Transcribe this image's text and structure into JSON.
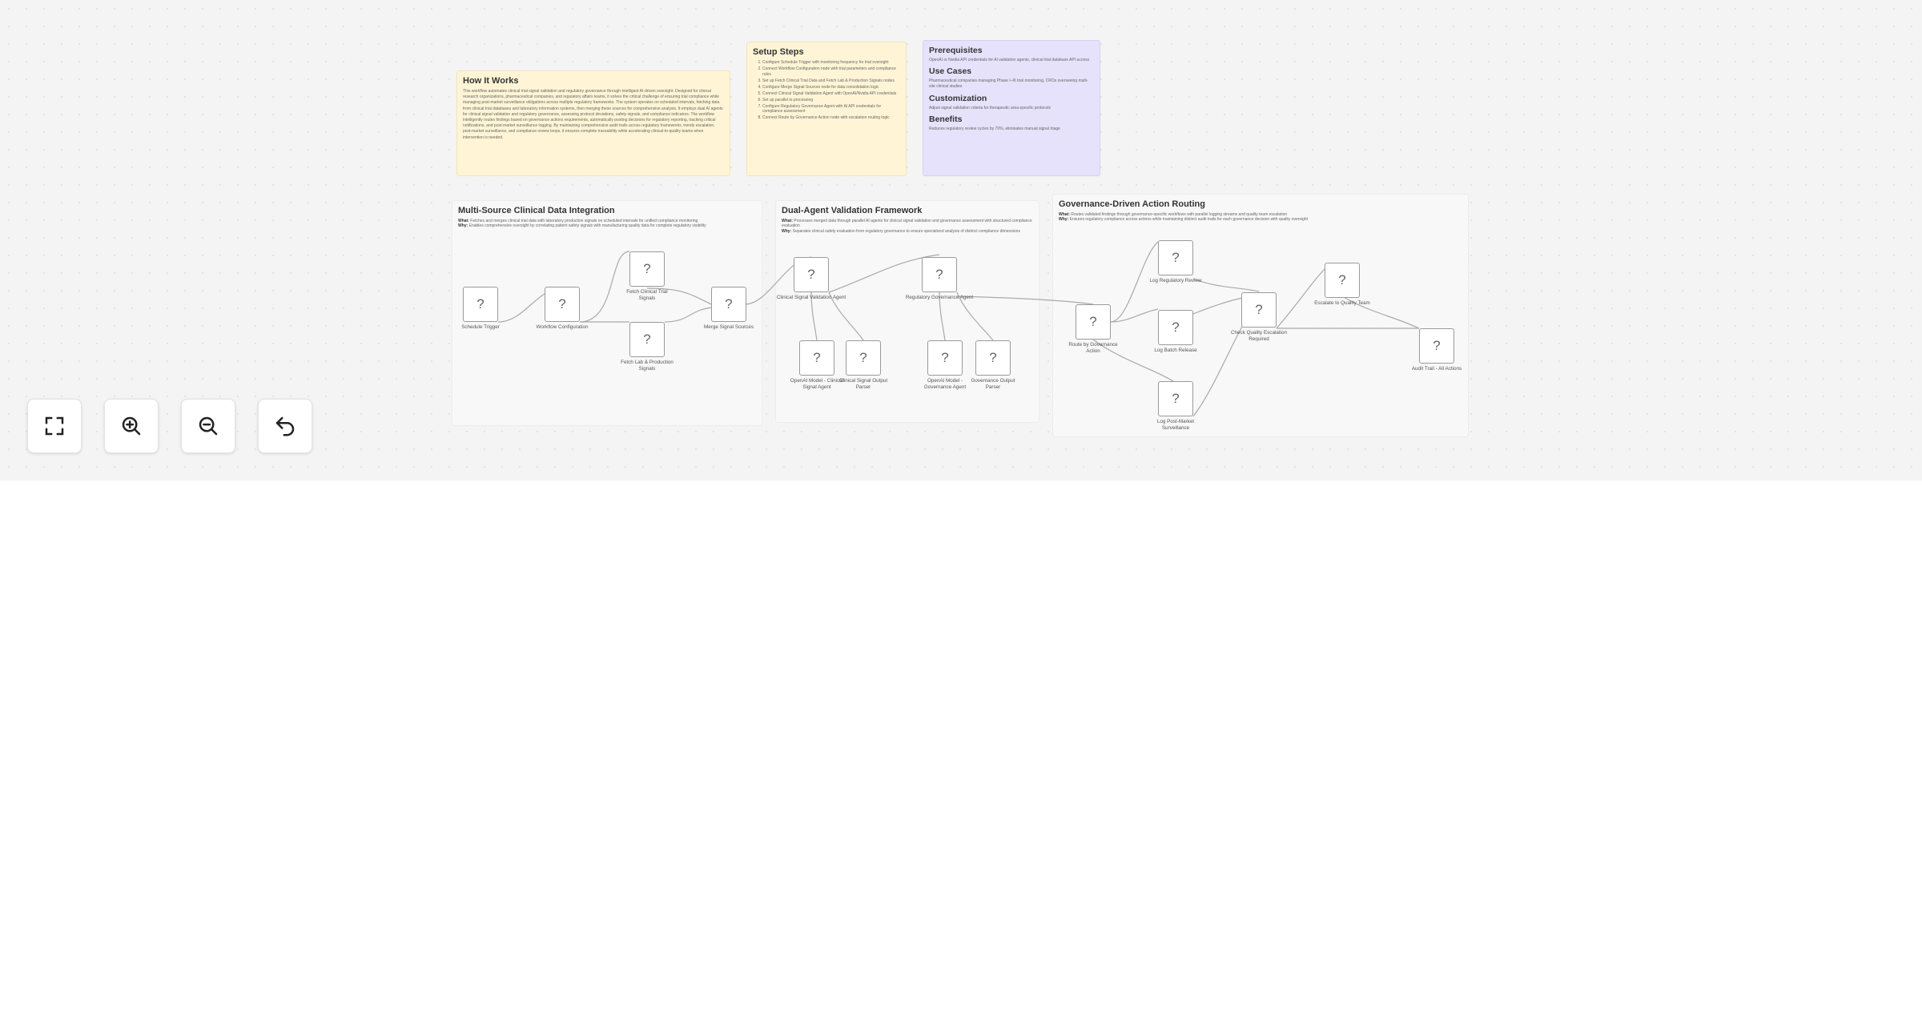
{
  "notes": {
    "how_it_works": {
      "title": "How It Works",
      "body": "This workflow automates clinical trial signal validation and regulatory governance through intelligent AI-driven oversight. Designed for clinical research organizations, pharmaceutical companies, and regulatory affairs teams, it solves the critical challenge of ensuring trial compliance while managing post-market surveillance obligations across multiple regulatory frameworks. The system operates on scheduled intervals, fetching data from clinical trial databases and laboratory information systems, then merging these sources for comprehensive analysis. It employs dual AI agents for clinical signal validation and regulatory governance, assessing protocol deviations, safety signals, and compliance indicators. The workflow intelligently routes findings based on governance actions requirements, automatically posting decisions for regulatory reporting, tracking critical notifications, and post-market surveillance logging. By maintaining comprehensive audit trails across regulatory frameworks, trends escalation, post-market surveillance, and compliance review loops, it ensures complete traceability while accelerating clinical-to-quality teams when intervention is needed."
    },
    "setup_steps": {
      "title": "Setup Steps",
      "steps": [
        "Configure Schedule Trigger with monitoring frequency for trial oversight",
        "Connect Workflow Configuration node with trial parameters and compliance rules",
        "Set up Fetch Clinical Trial Data and Fetch Lab & Production Signals nodes",
        "Configure Merge Signal Sources node for data consolidation logic",
        "Connect Clinical Signal Validation Agent with OpenAI/Nvidia API credentials",
        "Set up parallel to processing",
        "Configure Regulatory Governance Agent with AI API credentials for compliance assessment",
        "Connect Route by Governance Action node with escalation routing logic"
      ]
    },
    "info": {
      "prerequisites_title": "Prerequisites",
      "prerequisites_body": "OpenAI or Nvidia API credentials for AI validation agents, clinical trial database API access",
      "use_cases_title": "Use Cases",
      "use_cases_body": "Pharmaceutical companies managing Phase I–III trial monitoring, CROs overseeing multi-site clinical studies",
      "customization_title": "Customization",
      "customization_body": "Adjust signal validation criteria for therapeutic area-specific protocols",
      "benefits_title": "Benefits",
      "benefits_body": "Reduces regulatory review cycles by 70%, eliminates manual signal triage"
    },
    "section1": {
      "title": "Multi-Source Clinical Data Integration",
      "what_label": "What:",
      "what": "Fetches and merges clinical trial data with laboratory production signals on scheduled intervals for unified compliance monitoring",
      "why_label": "Why:",
      "why": "Enables comprehensive oversight by correlating patient safety signals with manufacturing quality data for complete regulatory visibility"
    },
    "section2": {
      "title": "Dual-Agent Validation Framework",
      "what_label": "What:",
      "what": "Processes merged data through parallel AI agents for clinical signal validation and governance assessment with structured compliance evaluation",
      "why_label": "Why:",
      "why": "Separates clinical safety evaluation from regulatory governance to ensure specialized analysis of distinct compliance dimensions"
    },
    "section3": {
      "title": "Governance-Driven Action Routing",
      "what_label": "What:",
      "what": "Routes validated findings through governance-specific workflows with parallel logging streams and quality team escalation",
      "why_label": "Why:",
      "why": "Ensures regulatory compliance across actions while maintaining distinct audit trails for each governance decision with quality oversight"
    }
  },
  "nodes": [
    {
      "id": "schedule",
      "icon": "?",
      "label": "Schedule Trigger"
    },
    {
      "id": "workflow_config",
      "icon": "?",
      "label": "Workflow Configuration"
    },
    {
      "id": "fetch_trial",
      "icon": "?",
      "label": "Fetch Clinical Trial Signals"
    },
    {
      "id": "fetch_lab",
      "icon": "?",
      "label": "Fetch Lab & Production Signals"
    },
    {
      "id": "merge",
      "icon": "?",
      "label": "Merge Signal Sources"
    },
    {
      "id": "clinical_agent",
      "icon": "?",
      "label": "Clinical Signal Validation Agent"
    },
    {
      "id": "regulatory_agent",
      "icon": "?",
      "label": "Regulatory Governance Agent"
    },
    {
      "id": "openai_clinical",
      "icon": "?",
      "label": "OpenAI Model - Clinical Signal Agent"
    },
    {
      "id": "clinical_parser",
      "icon": "?",
      "label": "Clinical Signal Output Parser"
    },
    {
      "id": "openai_governance",
      "icon": "?",
      "label": "OpenAI Model - Governance Agent"
    },
    {
      "id": "governance_parser",
      "icon": "?",
      "label": "Governance Output Parser"
    },
    {
      "id": "route",
      "icon": "?",
      "label": "Route by Governance Action"
    },
    {
      "id": "log_regulatory",
      "icon": "?",
      "label": "Log Regulatory Review"
    },
    {
      "id": "log_batch",
      "icon": "?",
      "label": "Log Batch Release"
    },
    {
      "id": "log_postmarket",
      "icon": "?",
      "label": "Log Post-Market Surveillance"
    },
    {
      "id": "check_quality",
      "icon": "?",
      "label": "Check Quality Escalation Required"
    },
    {
      "id": "escalate_quality",
      "icon": "?",
      "label": "Escalate to Quality Team"
    },
    {
      "id": "audit_trail",
      "icon": "?",
      "label": "Audit Trail - All Actions"
    }
  ],
  "controls": {
    "fit": {
      "icon": "fit-view-icon"
    },
    "zoom_in": {
      "icon": "zoom-in-icon"
    },
    "zoom_out": {
      "icon": "zoom-out-icon"
    },
    "undo": {
      "icon": "undo-icon"
    }
  }
}
